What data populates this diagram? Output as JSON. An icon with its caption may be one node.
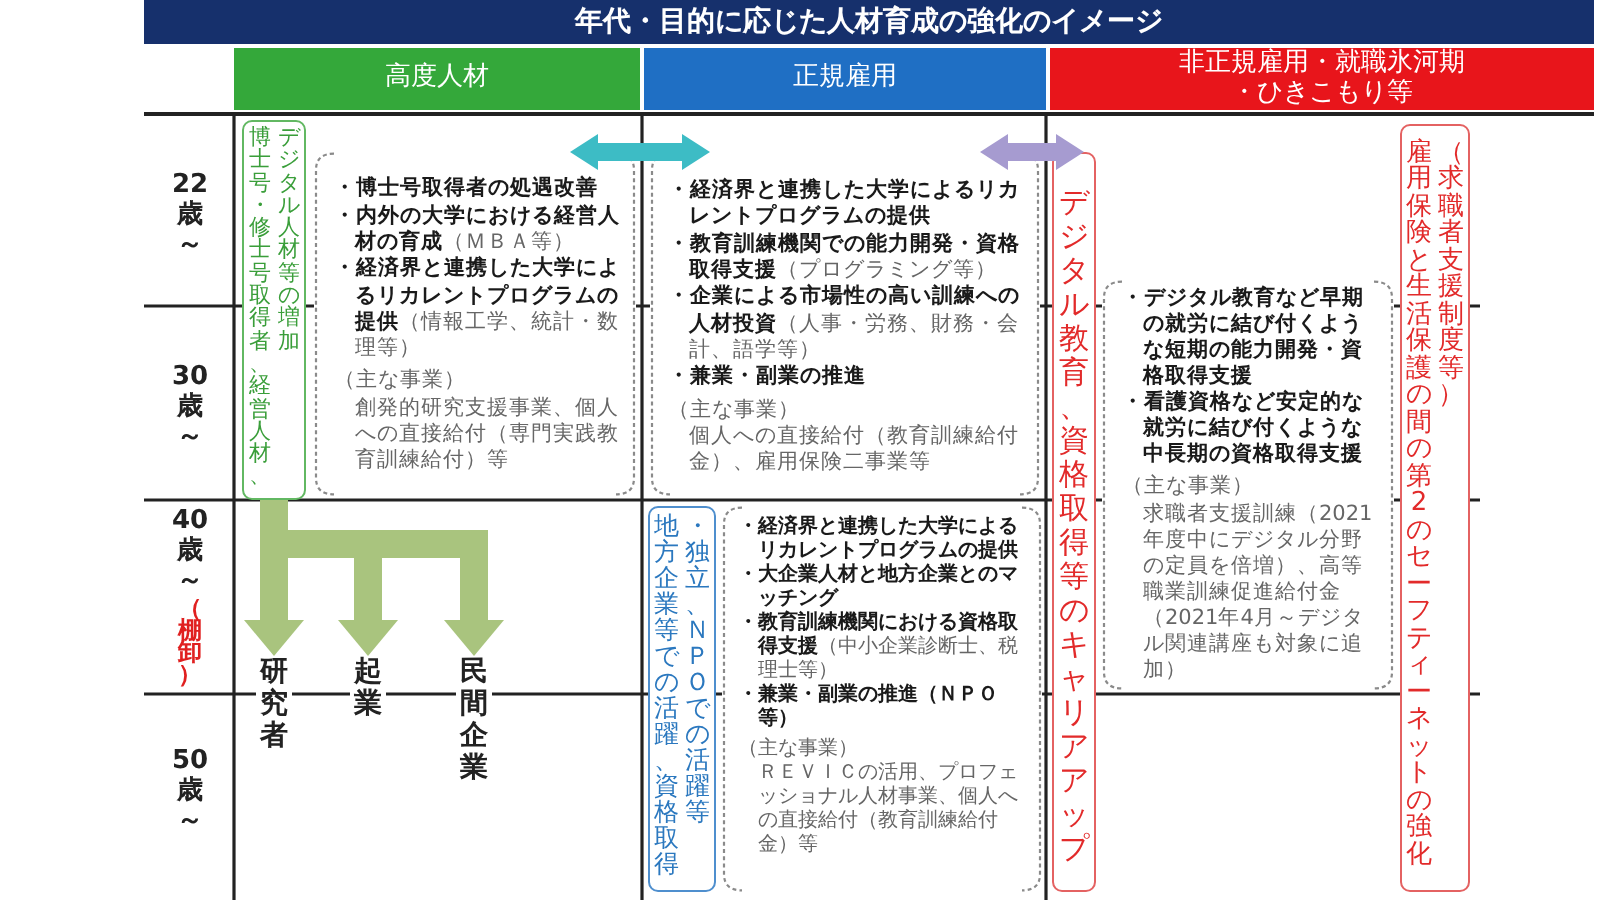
{
  "diagram": {
    "title": "年代・目的に応じた人材育成の強化のイメージ",
    "nodes": [
      {
        "text": [
          "高度人材"
        ]
      },
      {
        "text": [
          "正規雇用"
        ]
      },
      {
        "text": [
          "非正規雇用・就職氷河期・ひきこもり等"
        ]
      },
      {
        "text": [
          "博士号・修士号取得者、経営人材、デジタル人材等の増加"
        ]
      },
      {
        "text": [
          "・博士号取得者の処遇改善",
          "**・内外の大学における経営人材の育成**（ＭＢＡ等）",
          "**・経済界と連携した大学によるリカレントプログラムの提供**（情報工学、統計・数理等）",
          "（主な事業）",
          "創発的研究支援事業、個人への直接給付（専門実践教育訓練給付）等"
        ]
      },
      {
        "text": [
          "・経済界と連携した大学によるリカレントプログラムの提供",
          "**・教育訓練機関での能力開発・資格取得支援**（プログラミング等）",
          "**・企業による市場性の高い訓練への人材投資**（人事・労務、財務・会計、語学等）",
          "・兼業・副業の推進",
          "（主な事業）",
          "個人への直接給付（教育訓練給付金）、雇用保険二事業等"
        ]
      },
      {
        "text": [
          "デジタル教育、資格取得等のキャリアアップ"
        ]
      },
      {
        "text": [
          "・デジタル教育など早期の就労に結び付くような短期の能力開発・資格取得支援",
          "・看護資格など安定的な就労に結び付くような中長期の資格取得支援",
          "（主な事業）",
          "求職者支援訓練（2021年度中にデジタル分野の定員を倍増）、高等職業訓練促進給付金（2021年4月～デジタル関連講座も対象に追加）"
        ]
      },
      {
        "text": [
          "雇用保険と生活保護の間の第2のセーフティーネットの強化（求職者支援制度等）"
        ]
      },
      {
        "text": [
          "地方企業等での活躍、資格取得・独立、ＮＰＯでの活躍等"
        ]
      },
      {
        "text": [
          "・経済界と連携した大学によるリカレントプログラムの提供",
          "・大企業人材と地方企業とのマッチング",
          "**・教育訓練機関における資格取得支援**（中小企業診断士、税理士等）",
          "・兼業・副業の推進（ＮＰＯ等）",
          "（主な事業）",
          "ＲＥＶＩＣの活用、プロフェッショナル人材事業、個人への直接給付（教育訓練給付金）等"
        ]
      },
      {
        "text": [
          "研究者"
        ]
      },
      {
        "text": [
          "起業"
        ]
      },
      {
        "text": [
          "民間企業"
        ]
      }
    ],
    "edges": [
      {
        "from": 4,
        "to": 5,
        "arrow": "both",
        "color": "#3dbcc5"
      },
      {
        "from": 5,
        "to": 6,
        "arrow": "both",
        "color": "#a69bd0"
      },
      {
        "from": 3,
        "to": 11,
        "arrow": "to"
      },
      {
        "from": 3,
        "to": 12,
        "arrow": "to"
      },
      {
        "from": 3,
        "to": 13,
        "arrow": "to"
      }
    ],
    "labels": [
      "22歳～",
      "30歳～",
      "40歳～",
      "（棚卸）",
      "50歳～"
    ]
  }
}
